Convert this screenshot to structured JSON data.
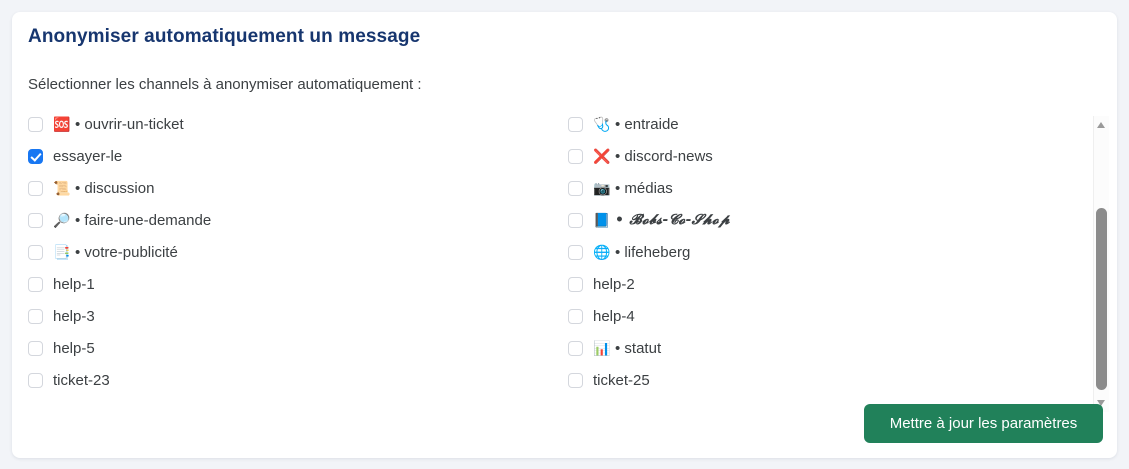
{
  "card": {
    "title": "Anonymiser automatiquement un message",
    "subtitle": "Sélectionner les channels à anonymiser automatiquement :",
    "title_color": "#17366f",
    "accent_checkbox_color": "#1877f2",
    "submit_color": "#21815a"
  },
  "channels": {
    "left": [
      {
        "emoji": "",
        "label": "",
        "checked": false,
        "clipped": true
      },
      {
        "emoji": "🆘",
        "label": "• ouvrir-un-ticket",
        "checked": false
      },
      {
        "emoji": "",
        "label": "essayer-le",
        "checked": true
      },
      {
        "emoji": "📜",
        "label": "• discussion",
        "checked": false
      },
      {
        "emoji": "🔎",
        "label": "• faire-une-demande",
        "checked": false
      },
      {
        "emoji": "📑",
        "label": "• votre-publicité",
        "checked": false
      },
      {
        "emoji": "",
        "label": "help-1",
        "checked": false
      },
      {
        "emoji": "",
        "label": "help-3",
        "checked": false
      },
      {
        "emoji": "",
        "label": "help-5",
        "checked": false
      },
      {
        "emoji": "",
        "label": "ticket-23",
        "checked": false
      }
    ],
    "right": [
      {
        "emoji": "",
        "label": "",
        "checked": false,
        "clipped": true
      },
      {
        "emoji": "🩺",
        "label": "• entraide",
        "checked": false
      },
      {
        "emoji": "❌",
        "label": "• discord-news",
        "checked": false
      },
      {
        "emoji": "📷",
        "label": "• médias",
        "checked": false
      },
      {
        "emoji": "📘",
        "label": "• 𝓑𝓸𝓫𝓼-𝓒𝓸-𝓢𝓱𝓸𝓹",
        "checked": false,
        "fancy": true
      },
      {
        "emoji": "🌐",
        "label": "• lifeheberg",
        "checked": false
      },
      {
        "emoji": "",
        "label": "help-2",
        "checked": false
      },
      {
        "emoji": "",
        "label": "help-4",
        "checked": false
      },
      {
        "emoji": "📊",
        "label": "• statut",
        "checked": false
      },
      {
        "emoji": "",
        "label": "ticket-25",
        "checked": false
      }
    ]
  },
  "scrollbar": {
    "up_arrow": "scroll-up-arrow",
    "down_arrow": "scroll-down-arrow"
  },
  "submit": {
    "label": "Mettre à jour les paramètres"
  }
}
